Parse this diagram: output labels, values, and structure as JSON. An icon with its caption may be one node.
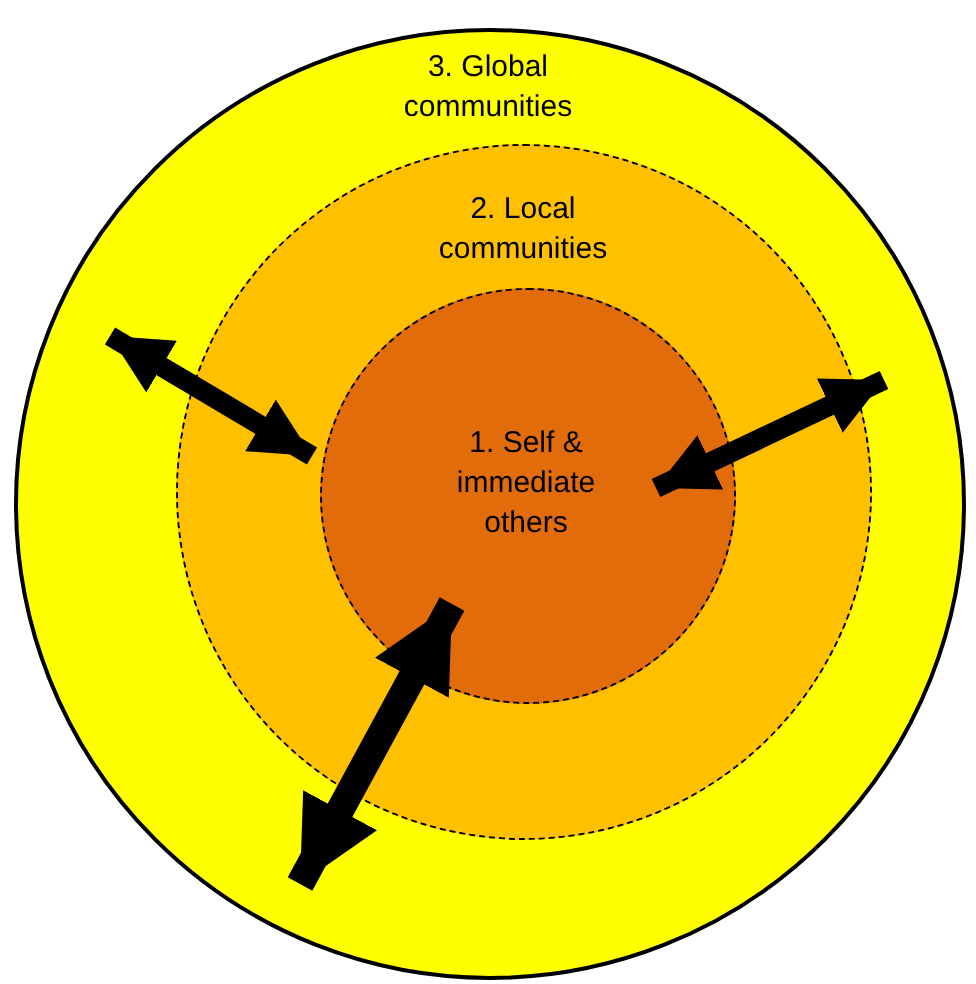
{
  "diagram": {
    "nodes": [
      {
        "text": [
          "3. Global communities"
        ]
      },
      {
        "text": [
          "2. Local communities"
        ],
        "in": 0
      },
      {
        "text": [
          "1. Self & immediate others"
        ],
        "in": 1
      }
    ],
    "edges": [
      {
        "from": 2,
        "to": 0,
        "arrow": "both"
      },
      {
        "from": 2,
        "to": 0,
        "arrow": "both"
      },
      {
        "from": 2,
        "to": 0,
        "arrow": "both"
      }
    ]
  }
}
